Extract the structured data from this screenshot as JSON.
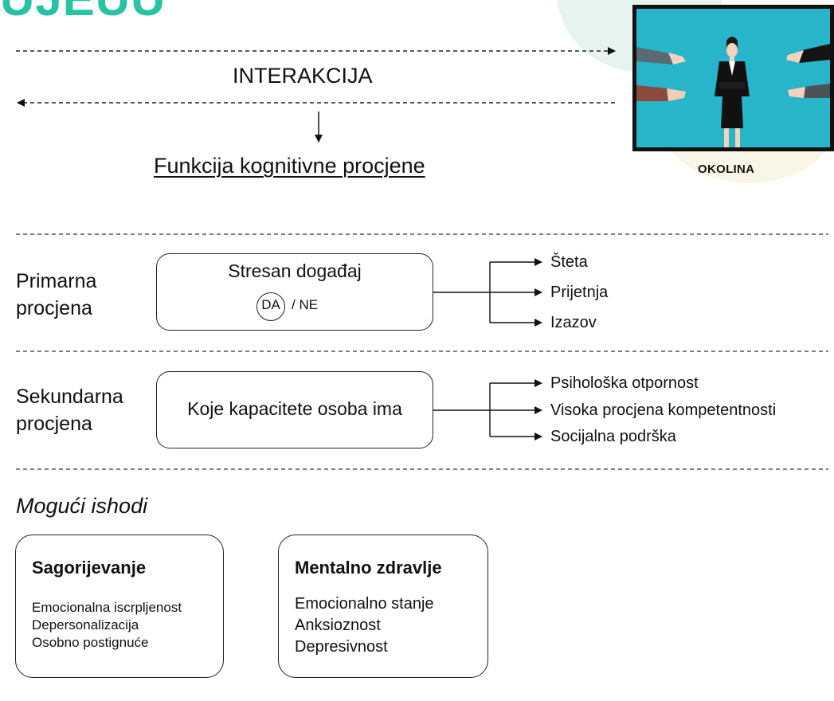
{
  "brand_fragment": "ŪJEUU",
  "environment": {
    "label": "OKOLINA"
  },
  "interaction": {
    "label": "INTERAKCIJA"
  },
  "appraisal_function": {
    "title": "Funkcija kognitivne procjene"
  },
  "primary": {
    "label_line1": "Primarna",
    "label_line2": "procjena",
    "box_title": "Stresan događaj",
    "yes": "DA",
    "separator_no": "/ NE",
    "branches": [
      "Šteta",
      "Prijetnja",
      "Izazov"
    ]
  },
  "secondary": {
    "label_line1": "Sekundarna",
    "label_line2": "procjena",
    "box_title": "Koje kapacitete osoba ima",
    "branches": [
      "Psihološka otpornost",
      "Visoka procjena kompetentnosti",
      "Socijalna podrška"
    ]
  },
  "outcomes": {
    "heading": "Mogući ishodi",
    "burnout": {
      "title": "Sagorijevanje",
      "items": [
        "Emocionalna iscrpljenost",
        "Depersonalizacija",
        "Osobno postignuće"
      ]
    },
    "mental_health": {
      "title": "Mentalno zdravlje",
      "items": [
        "Emocionalno stanje",
        "Anksioznost",
        "Depresivnost"
      ]
    }
  },
  "colors": {
    "brand_accent": "#27c3a3",
    "scene_background": "#29b5c9",
    "outline": "#222222"
  }
}
